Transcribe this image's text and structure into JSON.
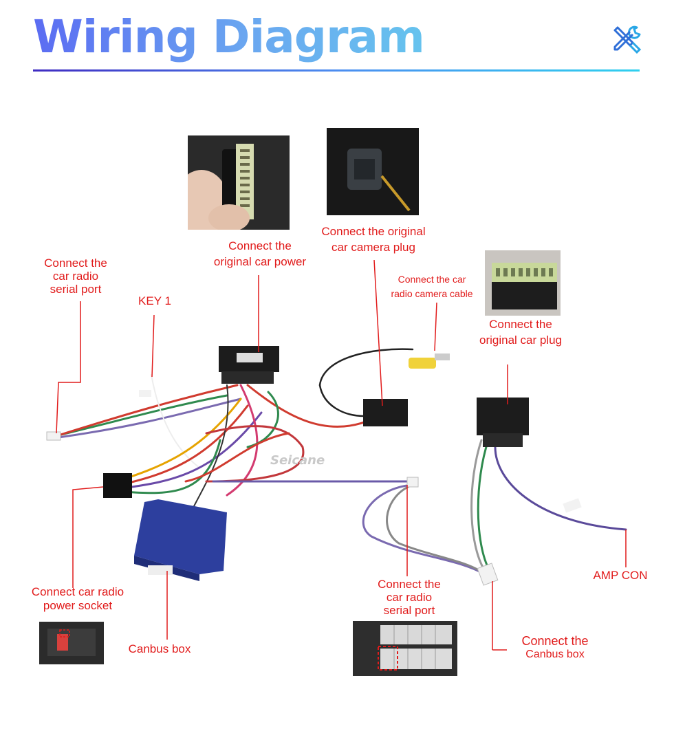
{
  "header": {
    "title": "Wiring Diagram",
    "icon": "tools-icon"
  },
  "watermark": "Seicane",
  "labels": {
    "orig_power": "Connect the\noriginal car power",
    "camera_plug": "Connect the original\ncar camera plug",
    "serial_left": "Connect the\ncar radio\nserial port",
    "key1": "KEY 1",
    "camera_cable": "Connect the car\nradio camera cable",
    "orig_plug": "Connect the\noriginal car plug",
    "amp_con": "AMP CON",
    "power_socket": "Connect car radio\npower socket",
    "canbus_box": "Canbus box",
    "serial_bottom": "Connect the\ncar radio\nserial port",
    "connect_the": "Connect the",
    "canbus_box2": "Canbus box"
  },
  "colors": {
    "label_red": "#e11b1b",
    "title_start": "#5b6cf2",
    "title_end": "#66c3ee",
    "canbus_blue": "#2d3f9e"
  }
}
